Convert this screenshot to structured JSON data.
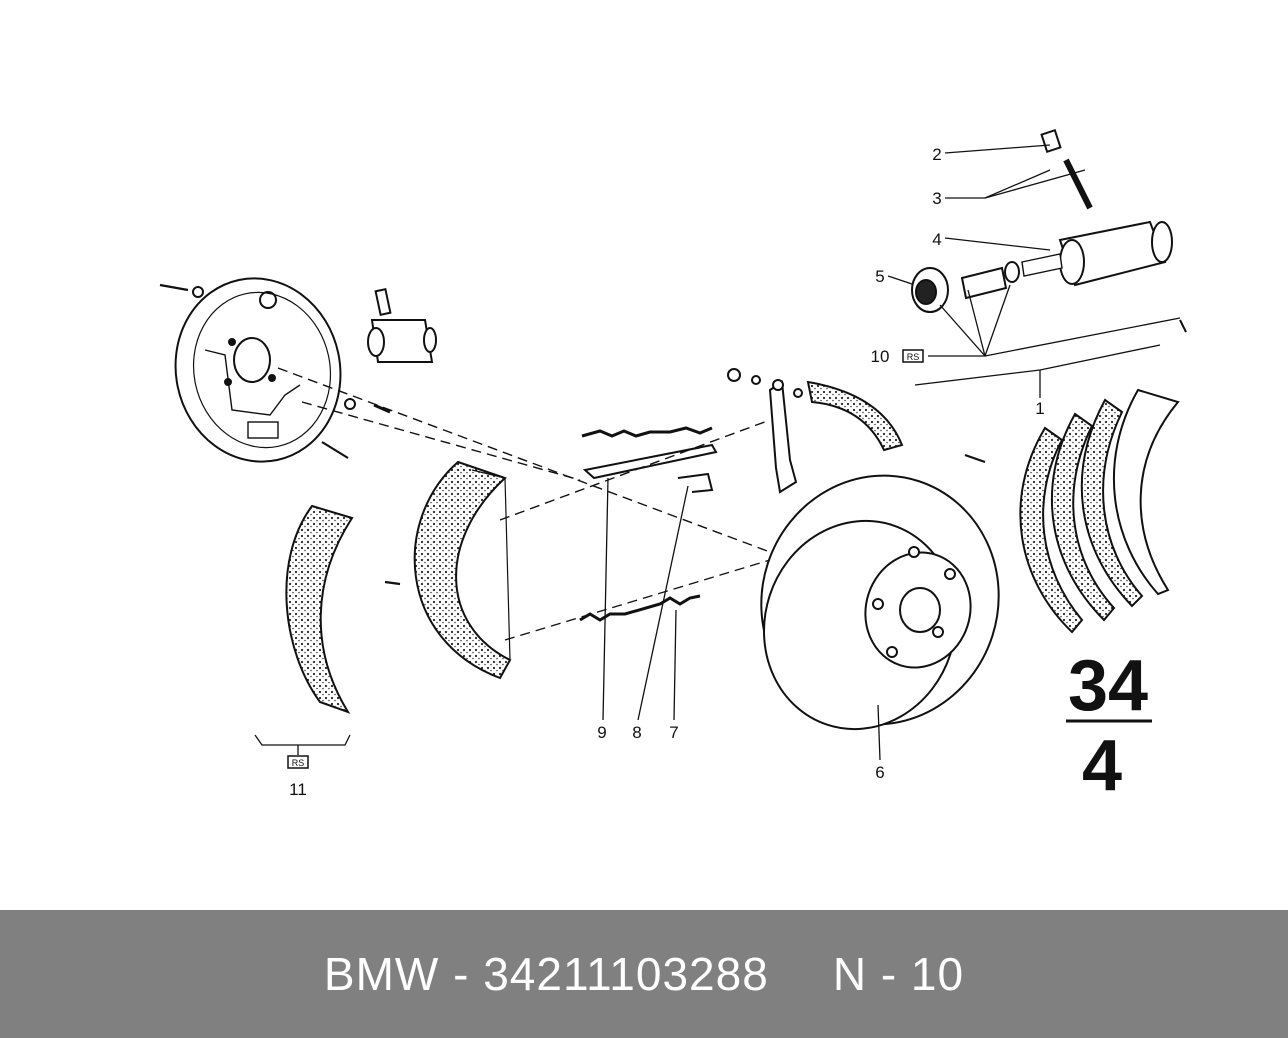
{
  "diagram": {
    "callouts": [
      "1",
      "2",
      "3",
      "4",
      "5",
      "6",
      "7",
      "8",
      "9",
      "10",
      "11"
    ],
    "section_number_top": "34",
    "section_number_bottom": "4",
    "kit_badge": "RS"
  },
  "footer": {
    "brand": "BMW",
    "dash": "-",
    "part_number": "34211103288",
    "position": "N - 10",
    "background_color": "#808080",
    "text_color": "#ffffff"
  }
}
